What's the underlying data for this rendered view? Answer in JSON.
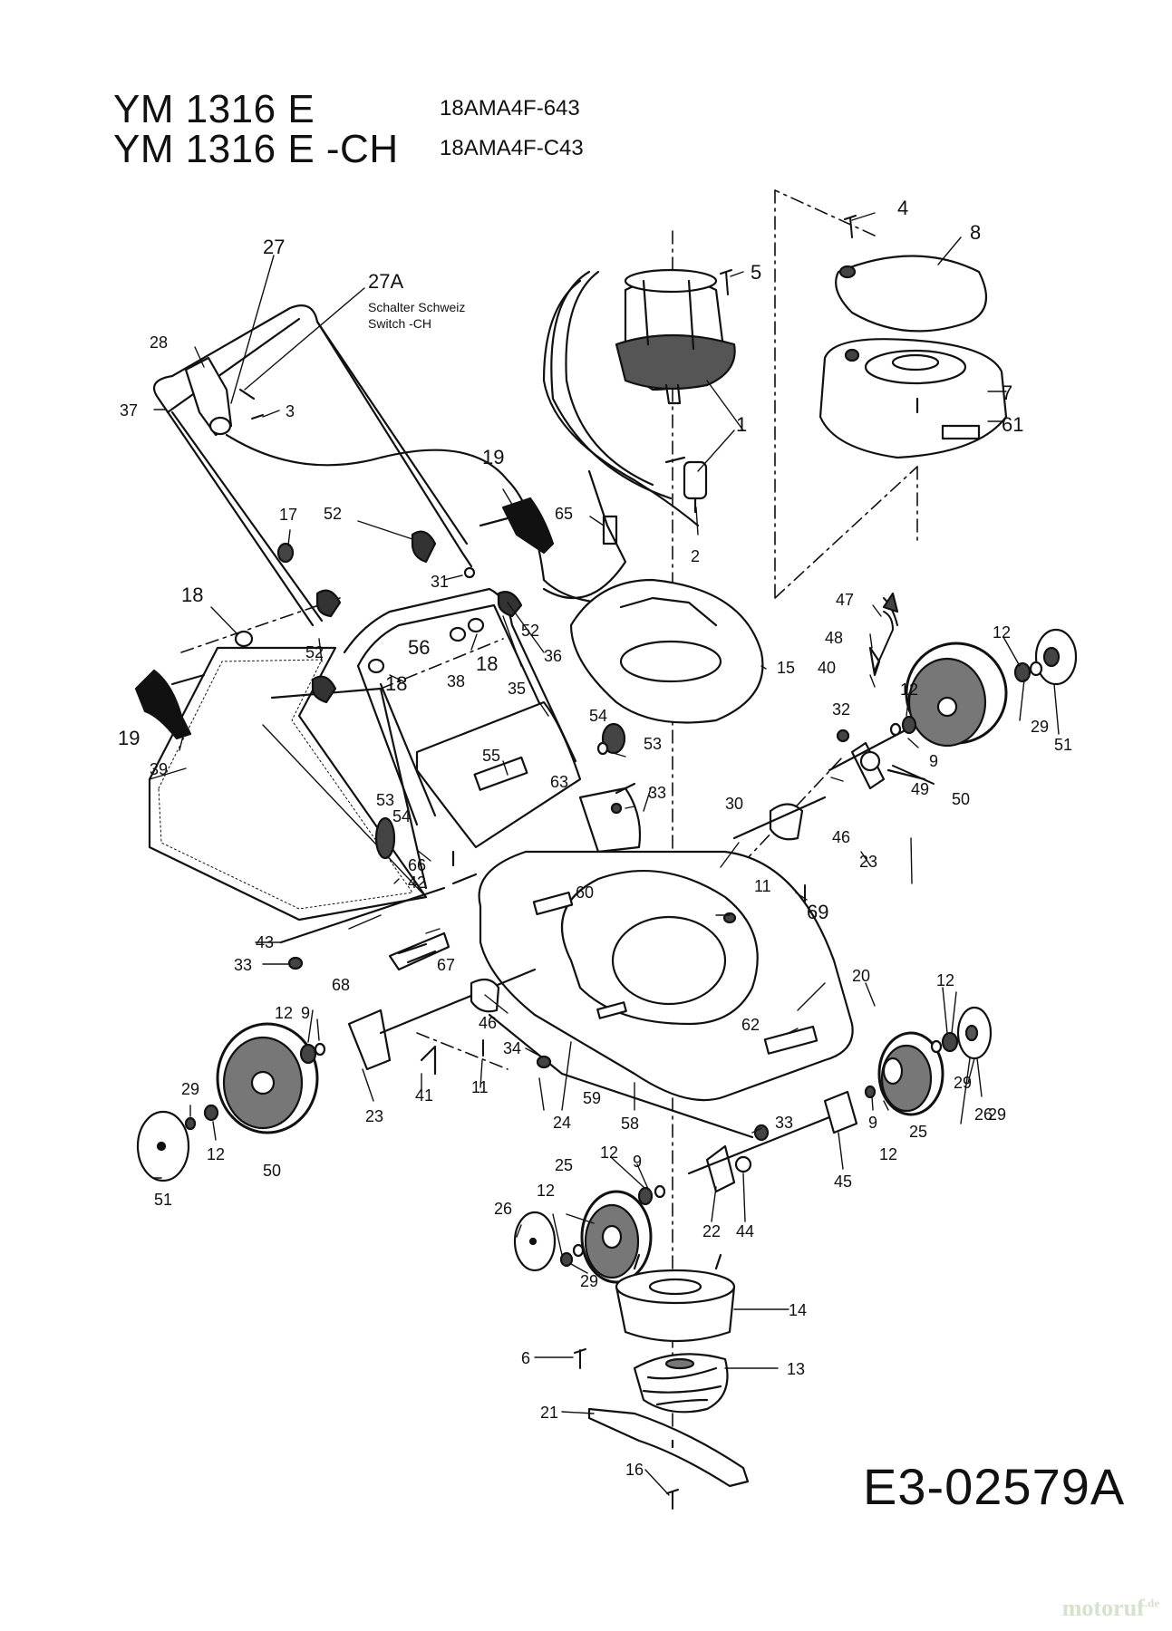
{
  "header": {
    "models": [
      {
        "name": "YM 1316 E",
        "code": "18AMA4F-643"
      },
      {
        "name": "YM 1316 E  -CH",
        "code": "18AMA4F-C43"
      }
    ]
  },
  "note_27a": [
    "Schalter Schweiz",
    "Switch -CH"
  ],
  "drawing_number": "E3-02579A",
  "watermark": {
    "main": "motoruf",
    "suffix": ".de"
  },
  "part_labels": [
    {
      "id": "p4",
      "text": "4"
    },
    {
      "id": "p8",
      "text": "8"
    },
    {
      "id": "p5",
      "text": "5"
    },
    {
      "id": "p27",
      "text": "27"
    },
    {
      "id": "p27a",
      "text": "27A"
    },
    {
      "id": "p28",
      "text": "28"
    },
    {
      "id": "p37",
      "text": "37"
    },
    {
      "id": "p3",
      "text": "3"
    },
    {
      "id": "p7",
      "text": "7"
    },
    {
      "id": "p61",
      "text": "61"
    },
    {
      "id": "p1",
      "text": "1"
    },
    {
      "id": "p19a",
      "text": "19"
    },
    {
      "id": "p17",
      "text": "17"
    },
    {
      "id": "p52a",
      "text": "52"
    },
    {
      "id": "p65",
      "text": "65"
    },
    {
      "id": "p2",
      "text": "2"
    },
    {
      "id": "p31",
      "text": "31"
    },
    {
      "id": "p18a",
      "text": "18"
    },
    {
      "id": "p52b",
      "text": "52"
    },
    {
      "id": "p56",
      "text": "56"
    },
    {
      "id": "p18b",
      "text": "18"
    },
    {
      "id": "p36",
      "text": "36"
    },
    {
      "id": "p52c",
      "text": "52"
    },
    {
      "id": "p18c",
      "text": "18"
    },
    {
      "id": "p38",
      "text": "38"
    },
    {
      "id": "p15",
      "text": "15"
    },
    {
      "id": "p47",
      "text": "47"
    },
    {
      "id": "p48",
      "text": "48"
    },
    {
      "id": "p40",
      "text": "40"
    },
    {
      "id": "p12a",
      "text": "12"
    },
    {
      "id": "p12b",
      "text": "12"
    },
    {
      "id": "p29a",
      "text": "29"
    },
    {
      "id": "p51a",
      "text": "51"
    },
    {
      "id": "p19b",
      "text": "19"
    },
    {
      "id": "p35",
      "text": "35"
    },
    {
      "id": "p54a",
      "text": "54"
    },
    {
      "id": "p53a",
      "text": "53"
    },
    {
      "id": "p32",
      "text": "32"
    },
    {
      "id": "p9a",
      "text": "9"
    },
    {
      "id": "p39",
      "text": "39"
    },
    {
      "id": "p55",
      "text": "55"
    },
    {
      "id": "p63",
      "text": "63"
    },
    {
      "id": "p33a",
      "text": "33"
    },
    {
      "id": "p30",
      "text": "30"
    },
    {
      "id": "p49",
      "text": "49"
    },
    {
      "id": "p50a",
      "text": "50"
    },
    {
      "id": "p53b",
      "text": "53"
    },
    {
      "id": "p54b",
      "text": "54"
    },
    {
      "id": "p46a",
      "text": "46"
    },
    {
      "id": "p23a",
      "text": "23"
    },
    {
      "id": "p66",
      "text": "66"
    },
    {
      "id": "p42",
      "text": "42"
    },
    {
      "id": "p60",
      "text": "60"
    },
    {
      "id": "p11a",
      "text": "11"
    },
    {
      "id": "p69",
      "text": "69"
    },
    {
      "id": "p43",
      "text": "43"
    },
    {
      "id": "p33b",
      "text": "33"
    },
    {
      "id": "p67",
      "text": "67"
    },
    {
      "id": "p68",
      "text": "68"
    },
    {
      "id": "p20",
      "text": "20"
    },
    {
      "id": "p12c",
      "text": "12"
    },
    {
      "id": "p9b",
      "text": "9"
    },
    {
      "id": "p46b",
      "text": "46"
    },
    {
      "id": "p62",
      "text": "62"
    },
    {
      "id": "p34",
      "text": "34"
    },
    {
      "id": "p12d",
      "text": "12"
    },
    {
      "id": "p29b",
      "text": "29"
    },
    {
      "id": "p11b",
      "text": "11"
    },
    {
      "id": "p41",
      "text": "41"
    },
    {
      "id": "p23b",
      "text": "23"
    },
    {
      "id": "p24",
      "text": "24"
    },
    {
      "id": "p59",
      "text": "59"
    },
    {
      "id": "p58",
      "text": "58"
    },
    {
      "id": "p29c",
      "text": "29"
    },
    {
      "id": "p26a",
      "text": "26"
    },
    {
      "id": "p25a",
      "text": "25"
    },
    {
      "id": "p9c",
      "text": "9"
    },
    {
      "id": "p12e",
      "text": "12"
    },
    {
      "id": "p29d",
      "text": "29"
    },
    {
      "id": "p12f",
      "text": "12"
    },
    {
      "id": "p50b",
      "text": "50"
    },
    {
      "id": "p51b",
      "text": "51"
    },
    {
      "id": "p33c",
      "text": "33"
    },
    {
      "id": "p45",
      "text": "45"
    },
    {
      "id": "p25b",
      "text": "25"
    },
    {
      "id": "p12g",
      "text": "12"
    },
    {
      "id": "p9d",
      "text": "9"
    },
    {
      "id": "p12h",
      "text": "12"
    },
    {
      "id": "p26b",
      "text": "26"
    },
    {
      "id": "p22",
      "text": "22"
    },
    {
      "id": "p44",
      "text": "44"
    },
    {
      "id": "p29e",
      "text": "29"
    },
    {
      "id": "p14",
      "text": "14"
    },
    {
      "id": "p6",
      "text": "6"
    },
    {
      "id": "p13",
      "text": "13"
    },
    {
      "id": "p21",
      "text": "21"
    },
    {
      "id": "p16",
      "text": "16"
    }
  ]
}
